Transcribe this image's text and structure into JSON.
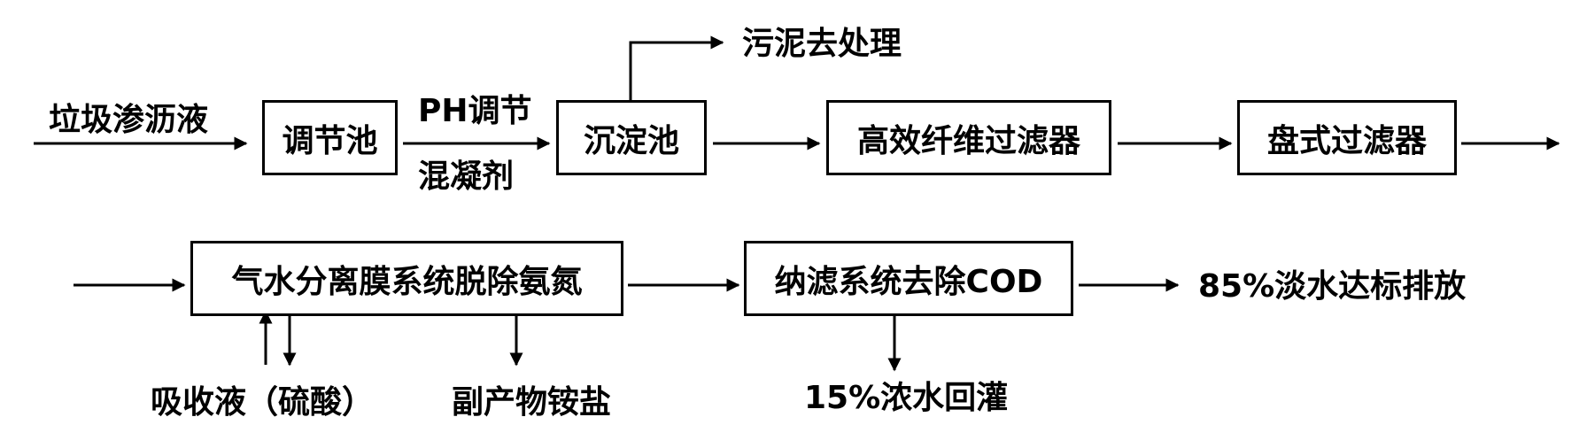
{
  "input_label": "垃圾渗沥液",
  "nodes": {
    "regulating_tank": "调节池",
    "settling_tank": "沉淀池",
    "fiber_filter": "高效纤维过滤器",
    "disc_filter": "盘式过滤器",
    "membrane_system": "气水分离膜系统脱除氨氮",
    "nanofiltration": "纳滤系统去除COD"
  },
  "labels": {
    "ph_adjust": "PH调节",
    "coagulant": "混凝剂",
    "sludge": "污泥去处理",
    "absorbent": "吸收液（硫酸）",
    "byproduct": "副产物铵盐",
    "concentrate": "15%浓水回灌",
    "discharge": "85%淡水达标排放"
  }
}
